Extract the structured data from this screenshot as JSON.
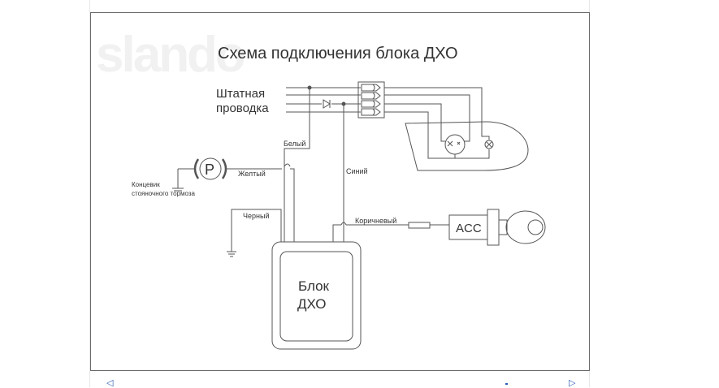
{
  "watermark": "slando",
  "diagram": {
    "title": "Схема подключения блока ДХО",
    "labels": {
      "standard_wiring_line1": "Штатная",
      "standard_wiring_line2": "проводка",
      "wire_white": "Белый",
      "wire_yellow": "Желтый",
      "wire_blue": "Синий",
      "wire_black": "Черный",
      "wire_brown": "Коричневый",
      "parking_brake_line1": "Концевик",
      "parking_brake_line2": "стояночного тормоза",
      "parking_symbol": "P",
      "acc": "ACC",
      "drl_unit_line1": "Блок",
      "drl_unit_line2": "ДХО"
    }
  },
  "navigation": {
    "prev_icon": "◁",
    "next_icon": "▷"
  },
  "colors": {
    "line": "#555555",
    "text": "#333333",
    "frame": "#6a6a6a",
    "nav": "#2a5bb8"
  }
}
